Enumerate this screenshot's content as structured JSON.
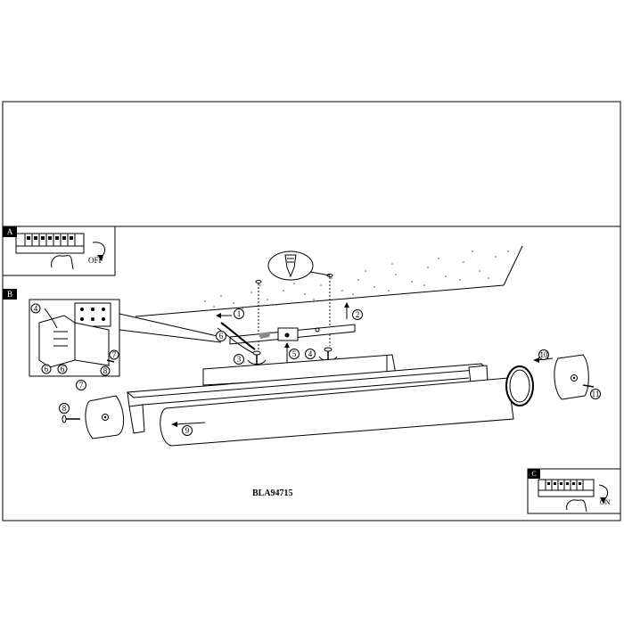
{
  "panel_a": {
    "letter": "A",
    "switch_state": "OFF"
  },
  "panel_b": {
    "letter": "B"
  },
  "panel_c": {
    "letter": "C",
    "switch_state": "ON"
  },
  "steps": [
    "1",
    "2",
    "3",
    "4",
    "5",
    "6",
    "7",
    "8",
    "9",
    "10",
    "11"
  ],
  "junction_steps": [
    "4",
    "6",
    "6",
    "7",
    "8"
  ],
  "model_code": "BLA94715"
}
